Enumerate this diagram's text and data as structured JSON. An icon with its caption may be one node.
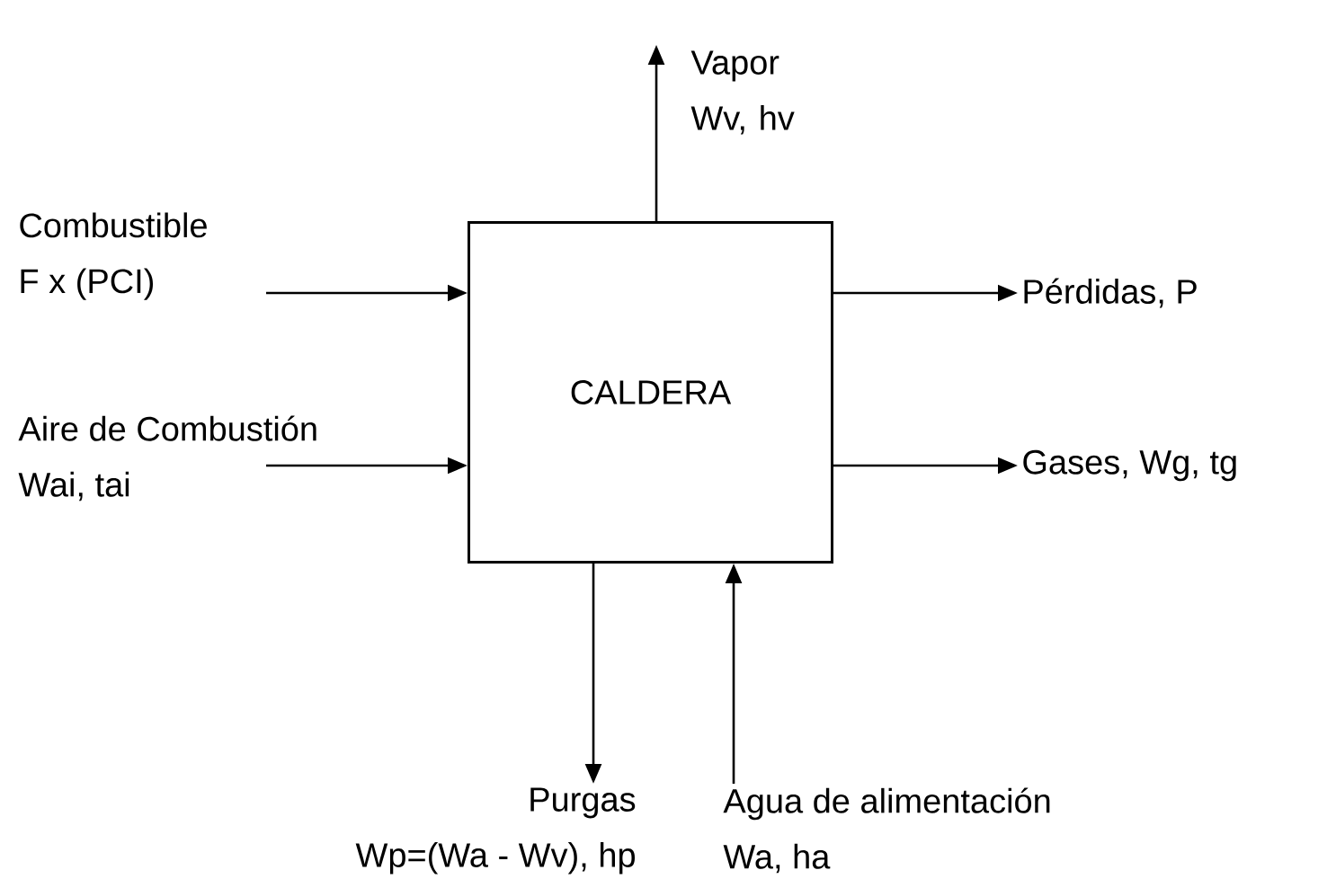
{
  "diagram": {
    "nodes": [
      {
        "text": [
          "CALDERA"
        ]
      },
      {
        "text": [
          "Combustible",
          "F x (PCI)"
        ]
      },
      {
        "text": [
          "Aire de Combustión",
          "Wai, tai"
        ]
      },
      {
        "text": [
          "Pérdidas, P"
        ]
      },
      {
        "text": [
          "Gases, Wg, tg"
        ]
      },
      {
        "text": [
          "Purgas",
          "Wp=(Wa - Wv), hp"
        ]
      },
      {
        "text": [
          "Agua de alimentación",
          "Wa, ha"
        ]
      }
    ],
    "edges": [
      {
        "from": 1,
        "to": 0,
        "arrow": "to"
      },
      {
        "from": 2,
        "to": 0,
        "arrow": "to"
      },
      {
        "from": 0,
        "to": 3,
        "arrow": "to"
      },
      {
        "from": 0,
        "to": 4,
        "arrow": "to"
      },
      {
        "from": 0,
        "to": null,
        "arrow": "to",
        "label": "Vapor Wv, hv"
      },
      {
        "from": 0,
        "to": 5,
        "arrow": "to"
      },
      {
        "from": 6,
        "to": 0,
        "arrow": "to"
      }
    ]
  }
}
